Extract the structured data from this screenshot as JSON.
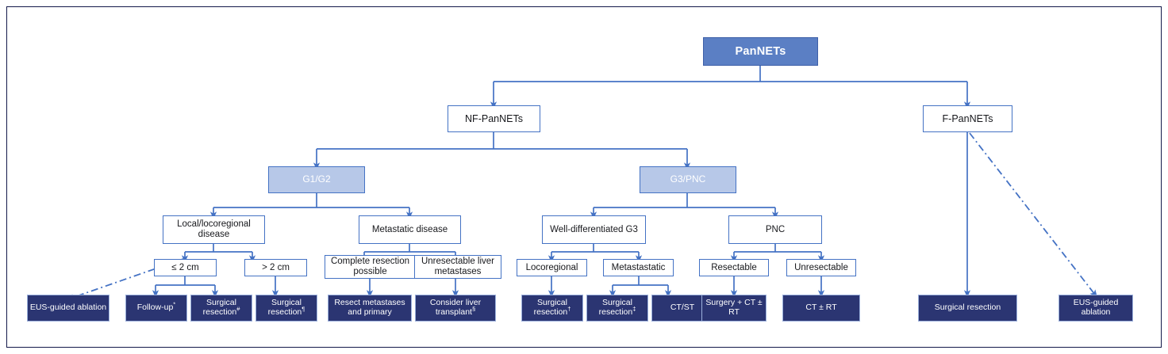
{
  "figure": {
    "title": "PanNETs management algorithm",
    "colors": {
      "root_fill": "#5b7fc4",
      "grade_fill": "#b7c8e8",
      "terminal_fill": "#2b3572",
      "line": "#4472c4",
      "frame": "#13194a"
    }
  },
  "nodes": {
    "root": "PanNETs",
    "nf_pannets": "NF-PanNETs",
    "f_pannets": "F-PanNETs",
    "g1g2": "G1/G2",
    "g3pnc": "G3/PNC",
    "local_locoregional": "Local/locoregional disease",
    "metastatic_disease": "Metastatic disease",
    "well_diff_g3": "Well-differentiated G3",
    "pnc": "PNC",
    "le_2cm": "≤ 2 cm",
    "gt_2cm": "> 2 cm",
    "complete_resection": "Complete resection possible",
    "unresectable_liver_mets": "Unresectable liver metastases",
    "locoregional": "Locoregional",
    "metastastatic": "Metastastatic",
    "resectable": "Resectable",
    "unresectable": "Unresectable"
  },
  "terminals": {
    "eus_left": "EUS-guided ablation",
    "follow_up": "Follow-up",
    "follow_up_mark": "*",
    "surgical_resection_hash": "Surgical resection",
    "surgical_resection_hash_mark": "#",
    "surgical_resection_pilcrow": "Surgical resection",
    "surgical_resection_pilcrow_mark": "¶",
    "resect_mets_primary": "Resect metastases and primary",
    "consider_liver_transplant": "Consider liver transplant",
    "consider_liver_transplant_mark": "§",
    "surgical_resection_dagger": "Surgical resection",
    "surgical_resection_dagger_mark": "†",
    "surgical_resection_ddagger": "Surgical resection",
    "surgical_resection_ddagger_mark": "‡",
    "ct_st": "CT/ST",
    "surgery_ct_rt": "Surgery + CT ± RT",
    "ct_rt": "CT ± RT",
    "surgical_resection_plain": "Surgical resection",
    "eus_right": "EUS-guided ablation"
  }
}
